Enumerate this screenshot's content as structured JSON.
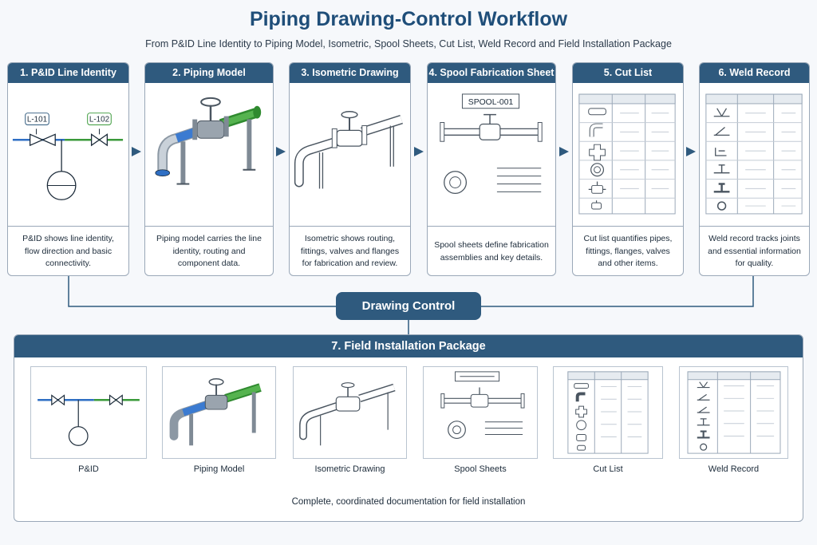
{
  "title": "Piping Drawing-Control Workflow",
  "subtitle": "From P&ID Line Identity to Piping Model, Isometric, Spool Sheets, Cut List, Weld Record and Field Installation Package",
  "steps": [
    {
      "heading": "1. P&ID Line Identity",
      "description": "P&ID shows line identity, flow direction and basic connectivity.",
      "tags": [
        "L-101",
        "L-102"
      ]
    },
    {
      "heading": "2. Piping Model",
      "description": "Piping model carries the line identity, routing and component data."
    },
    {
      "heading": "3. Isometric Drawing",
      "description": "Isometric shows routing, fittings, valves and flanges for fabrication and review."
    },
    {
      "heading": "4. Spool Fabrication Sheet",
      "description": "Spool sheets define fabrication assemblies and key details.",
      "spool_tag": "SPOOL-001"
    },
    {
      "heading": "5. Cut List",
      "description": "Cut list quantifies pipes, fittings, flanges, valves and other items."
    },
    {
      "heading": "6. Weld Record",
      "description": "Weld record tracks joints and essential information for quality."
    }
  ],
  "drawing_control": "Drawing Control",
  "package": {
    "heading": "7. Field Installation Package",
    "items": [
      "P&ID",
      "Piping Model",
      "Isometric Drawing",
      "Spool Sheets",
      "Cut List",
      "Weld Record"
    ],
    "footer": "Complete, coordinated documentation for field installation"
  },
  "colors": {
    "header": "#2f5a7e",
    "title": "#1f4e79",
    "line_blue": "#2f6fc4",
    "line_green": "#3a9a3a",
    "border": "#9aa8b8"
  }
}
